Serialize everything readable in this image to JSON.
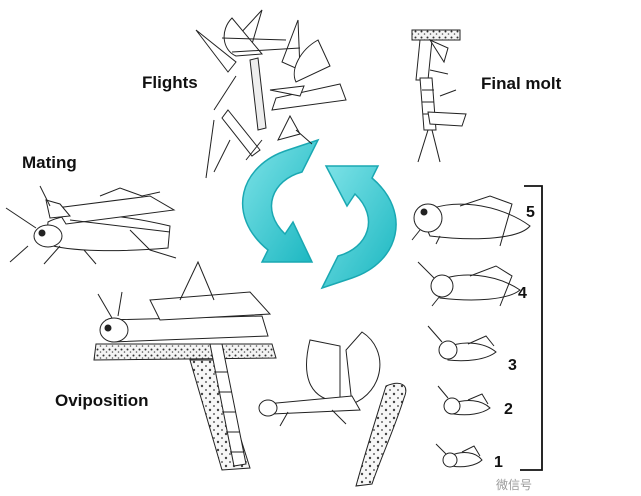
{
  "labels": {
    "flights": "Flights",
    "final_molt": "Final molt",
    "mating": "Mating",
    "oviposition": "Oviposition"
  },
  "instars": [
    "5",
    "4",
    "3",
    "2",
    "1"
  ],
  "cycle_arrow_color": "#33c7cf",
  "watermark": "微信号"
}
